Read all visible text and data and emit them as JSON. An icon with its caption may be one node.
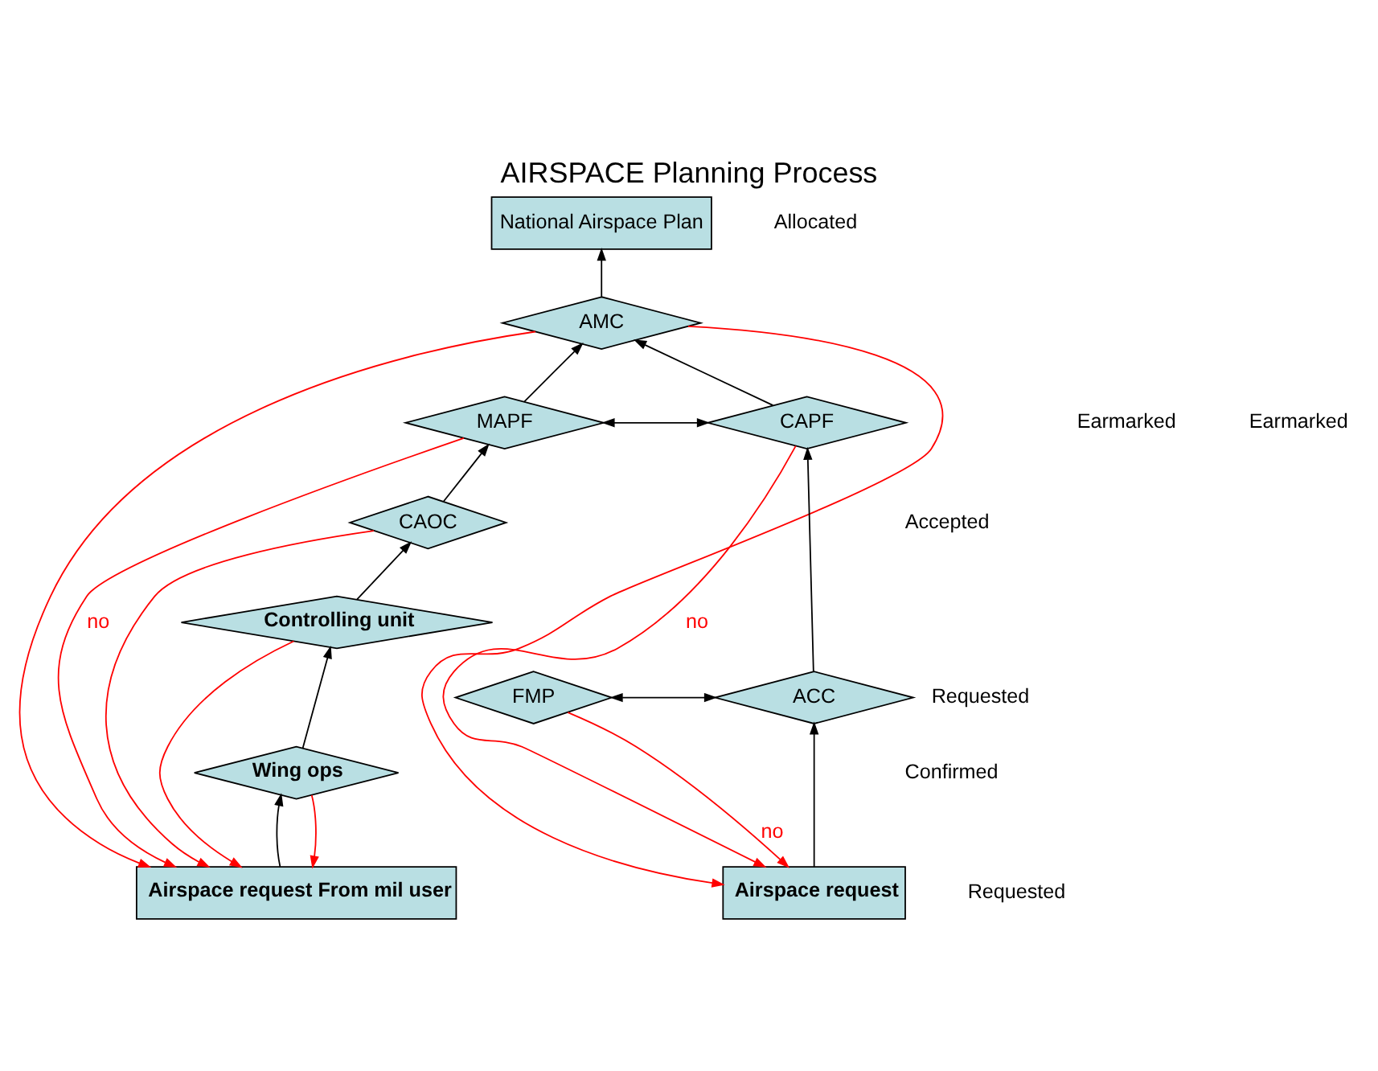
{
  "diagram": {
    "title": "AIRSPACE Planning Process",
    "nodes": [
      {
        "text": [
          "National Airspace Plan"
        ]
      },
      {
        "text": [
          "AMC"
        ]
      },
      {
        "text": [
          "MAPF"
        ]
      },
      {
        "text": [
          "CAPF"
        ]
      },
      {
        "text": [
          "CAOC"
        ]
      },
      {
        "text": [
          "Controlling unit"
        ]
      },
      {
        "text": [
          "Wing ops"
        ]
      },
      {
        "text": [
          "FMP"
        ]
      },
      {
        "text": [
          "ACC"
        ]
      },
      {
        "text": [
          "Airspace request From mil user"
        ]
      },
      {
        "text": [
          "Airspace request"
        ]
      }
    ],
    "edges": [
      {
        "from": 1,
        "to": 0,
        "arrow": "to"
      },
      {
        "from": 2,
        "to": 1,
        "arrow": "to"
      },
      {
        "from": 3,
        "to": 1,
        "arrow": "to"
      },
      {
        "from": 2,
        "to": 3,
        "arrow": "both"
      },
      {
        "from": 4,
        "to": 2,
        "arrow": "to"
      },
      {
        "from": 5,
        "to": 4,
        "arrow": "to"
      },
      {
        "from": 6,
        "to": 5,
        "arrow": "to"
      },
      {
        "from": 9,
        "to": 6,
        "arrow": "to"
      },
      {
        "from": 4,
        "to": 9,
        "arrow": "to",
        "color": "#ff0000"
      },
      {
        "from": 5,
        "to": 9,
        "arrow": "to",
        "color": "#ff0000"
      },
      {
        "from": 6,
        "to": 9,
        "arrow": "to",
        "color": "#ff0000"
      },
      {
        "from": 2,
        "to": 9,
        "arrow": "to",
        "label": "no",
        "color": "#ff0000"
      },
      {
        "from": 1,
        "to": 9,
        "arrow": "to",
        "color": "#ff0000"
      },
      {
        "from": 1,
        "to": 10,
        "arrow": "to",
        "color": "#ff0000"
      },
      {
        "from": 3,
        "to": 10,
        "arrow": "to",
        "label": "no",
        "color": "#ff0000"
      },
      {
        "from": 8,
        "to": 3,
        "arrow": "to"
      },
      {
        "from": 7,
        "to": 8,
        "arrow": "both"
      },
      {
        "from": 10,
        "to": 8,
        "arrow": "to"
      },
      {
        "from": 7,
        "to": 10,
        "arrow": "to",
        "label": "no",
        "color": "#ff0000"
      }
    ],
    "labels": [
      "Allocated",
      "Earmarked",
      "Earmarked",
      "Accepted",
      "Requested",
      "Confirmed",
      "Requested"
    ]
  }
}
